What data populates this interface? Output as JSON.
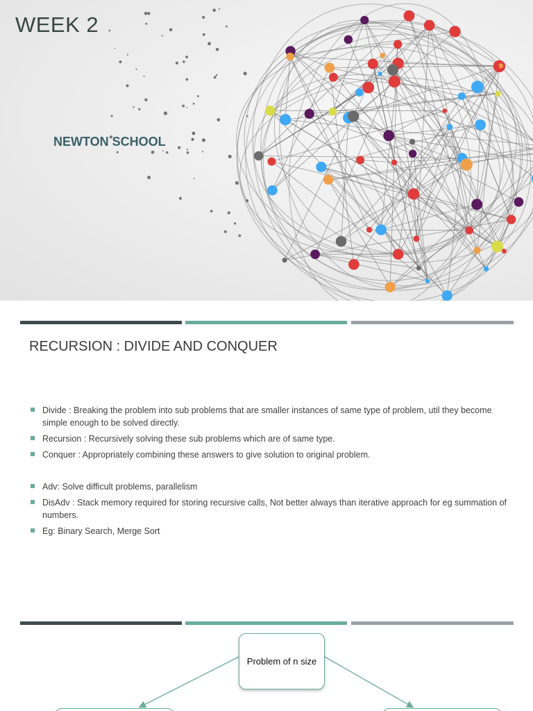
{
  "slide1": {
    "title": "WEEK 2",
    "subtitle": "NEWTON SCHOOL"
  },
  "slide2": {
    "title": "RECURSION : DIVIDE AND CONQUER",
    "bullets_group1": [
      "Divide : Breaking the problem into sub problems that are smaller instances of same type of problem, util they become simple enough to be solved directly.",
      "Recursion : Recursively solving these sub problems which are of same type.",
      "Conquer : Appropriately combining these answers to give solution to original problem."
    ],
    "bullets_group2": [
      "Adv: Solve difficult problems, parallelism",
      "DisAdv : Stack memory required for storing recursive calls, Not better always than iterative approach for eg summation of numbers.",
      "Eg: Binary Search, Merge Sort"
    ]
  },
  "slide3": {
    "root_box": "Problem of n size"
  },
  "colors": {
    "accent_teal": "#6aab9b",
    "dark_bar": "#3d4a4e",
    "grey_bar": "#9aa1a5"
  }
}
